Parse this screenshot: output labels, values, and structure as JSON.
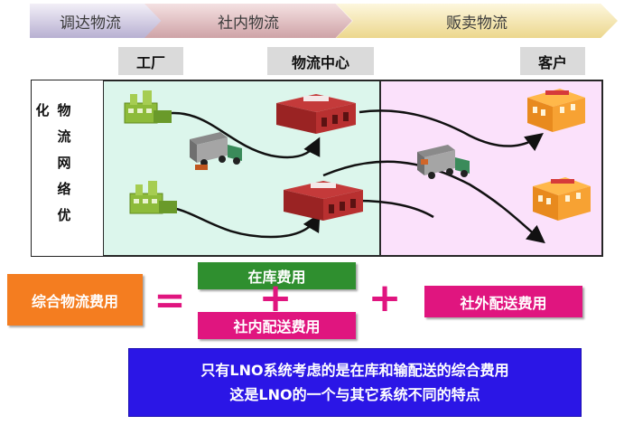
{
  "process_steps": [
    "调达物流",
    "社内物流",
    "贩卖物流"
  ],
  "stage_labels": {
    "factory": "工厂",
    "dc": "物流中心",
    "customer": "客户"
  },
  "side_label_chars": [
    "化",
    "物",
    "流",
    "网",
    "络",
    "优"
  ],
  "cost": {
    "total_label": "综合物流费用",
    "equals": "=",
    "plus": "+",
    "inventory": "在库费用",
    "internal": "社内配送费用",
    "external": "社外配送费用"
  },
  "message": {
    "line1": "只有LNO系统考虑的是在库和输配送的综合费用",
    "line2": "这是LNO的一个与其它系统不同的特点"
  },
  "colors": {
    "total_box": "#f47d20",
    "inventory_box": "#2f8f2f",
    "delivery_box": "#e0157f",
    "message_box": "#2b16e6",
    "internal_zone": "#dcf6ec",
    "external_zone": "#fbe1fb"
  },
  "icons": [
    "factory-icon",
    "warehouse-icon",
    "truck-icon",
    "store-icon",
    "arrow-icon"
  ]
}
